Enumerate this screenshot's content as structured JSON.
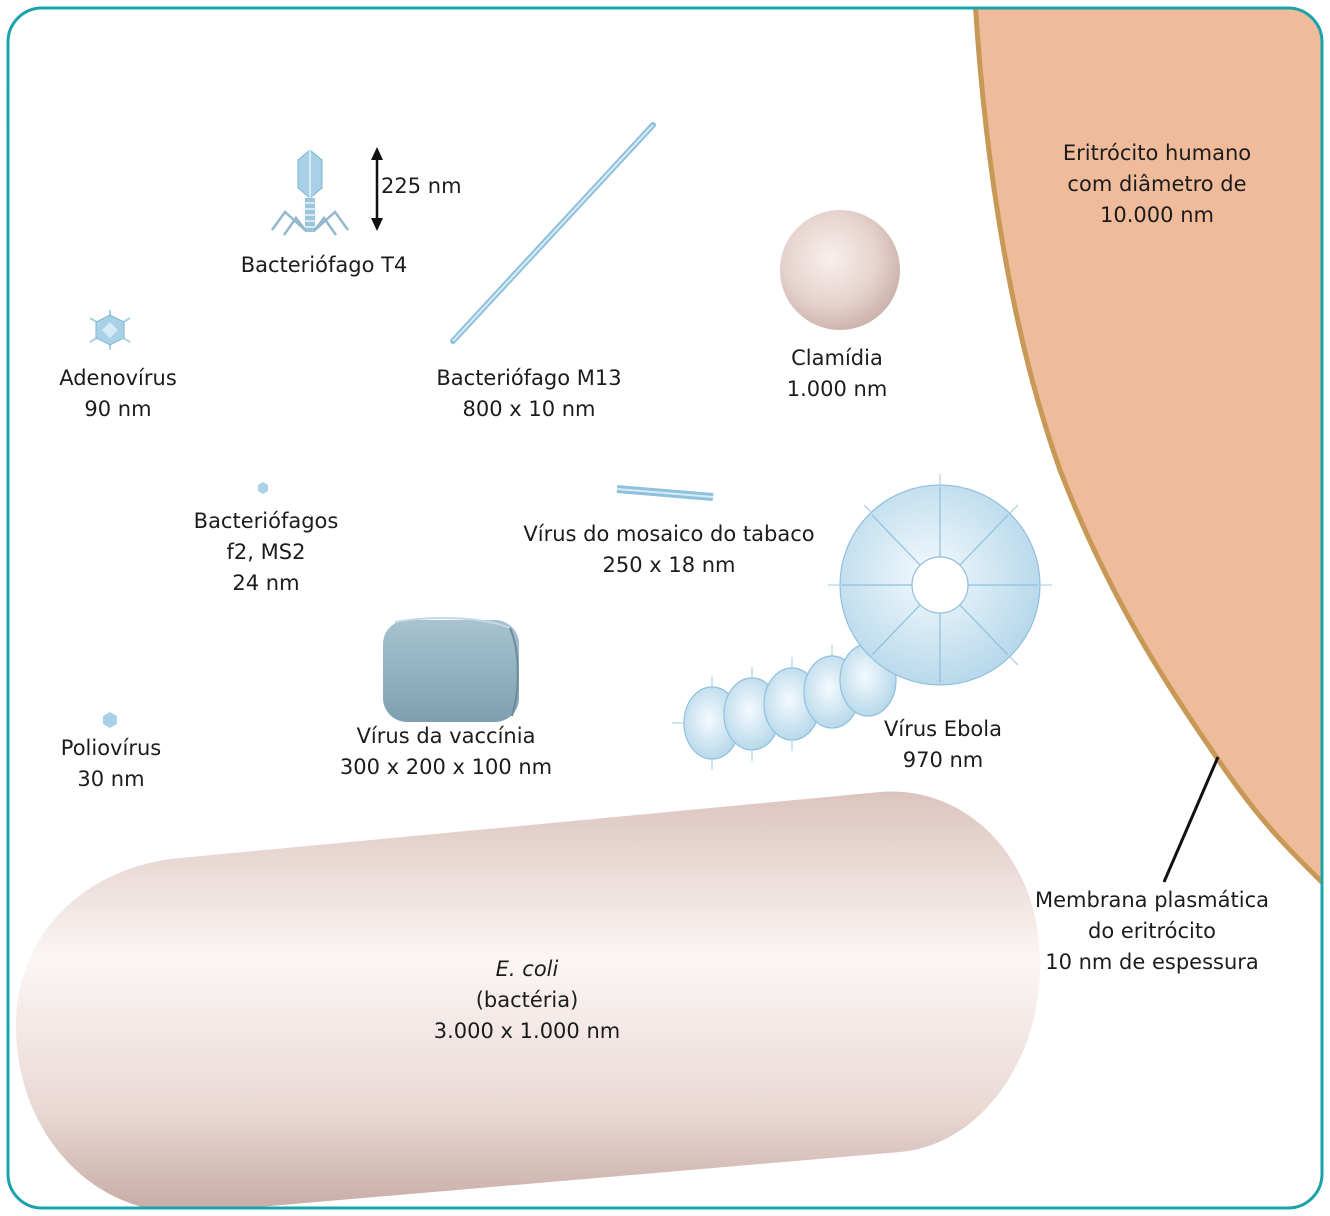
{
  "colors": {
    "frame": "#1aa3a8",
    "virus_blue": "#b9dcef",
    "vaccinia": "#8fb0c2",
    "erythrocyte_fill": "#efbb9a",
    "erythrocyte_edge": "#c89857",
    "bacteria_pink": "#e6d0cb",
    "chlamydia": "#d9c1bb"
  },
  "labels": {
    "t4": {
      "name": "Bacteriófago T4",
      "size": "225 nm"
    },
    "adeno": {
      "name": "Adenovírus",
      "size": "90 nm"
    },
    "m13": {
      "name": "Bacteriófago M13",
      "size": "800 x 10 nm"
    },
    "clamidia": {
      "name": "Clamídia",
      "size": "1.000 nm"
    },
    "eritrocito": {
      "line1": "Eritrócito humano",
      "line2": "com diâmetro de",
      "line3": "10.000 nm"
    },
    "f2": {
      "line1": "Bacteriófagos",
      "line2": "f2, MS2",
      "line3": "24 nm"
    },
    "tmv": {
      "name": "Vírus do mosaico do tabaco",
      "size": "250 x 18 nm"
    },
    "polio": {
      "name": "Poliovírus",
      "size": "30 nm"
    },
    "vaccinia": {
      "name": "Vírus da vaccínia",
      "size": "300 x 200 x 100 nm"
    },
    "ebola": {
      "name": "Vírus Ebola",
      "size": "970 nm"
    },
    "ecoli": {
      "name": "E. coli",
      "kind": "(bactéria)",
      "size": "3.000 x 1.000 nm"
    },
    "membrana": {
      "line1": "Membrana plasmática",
      "line2": "do eritrócito",
      "line3": "10 nm de espessura"
    }
  }
}
